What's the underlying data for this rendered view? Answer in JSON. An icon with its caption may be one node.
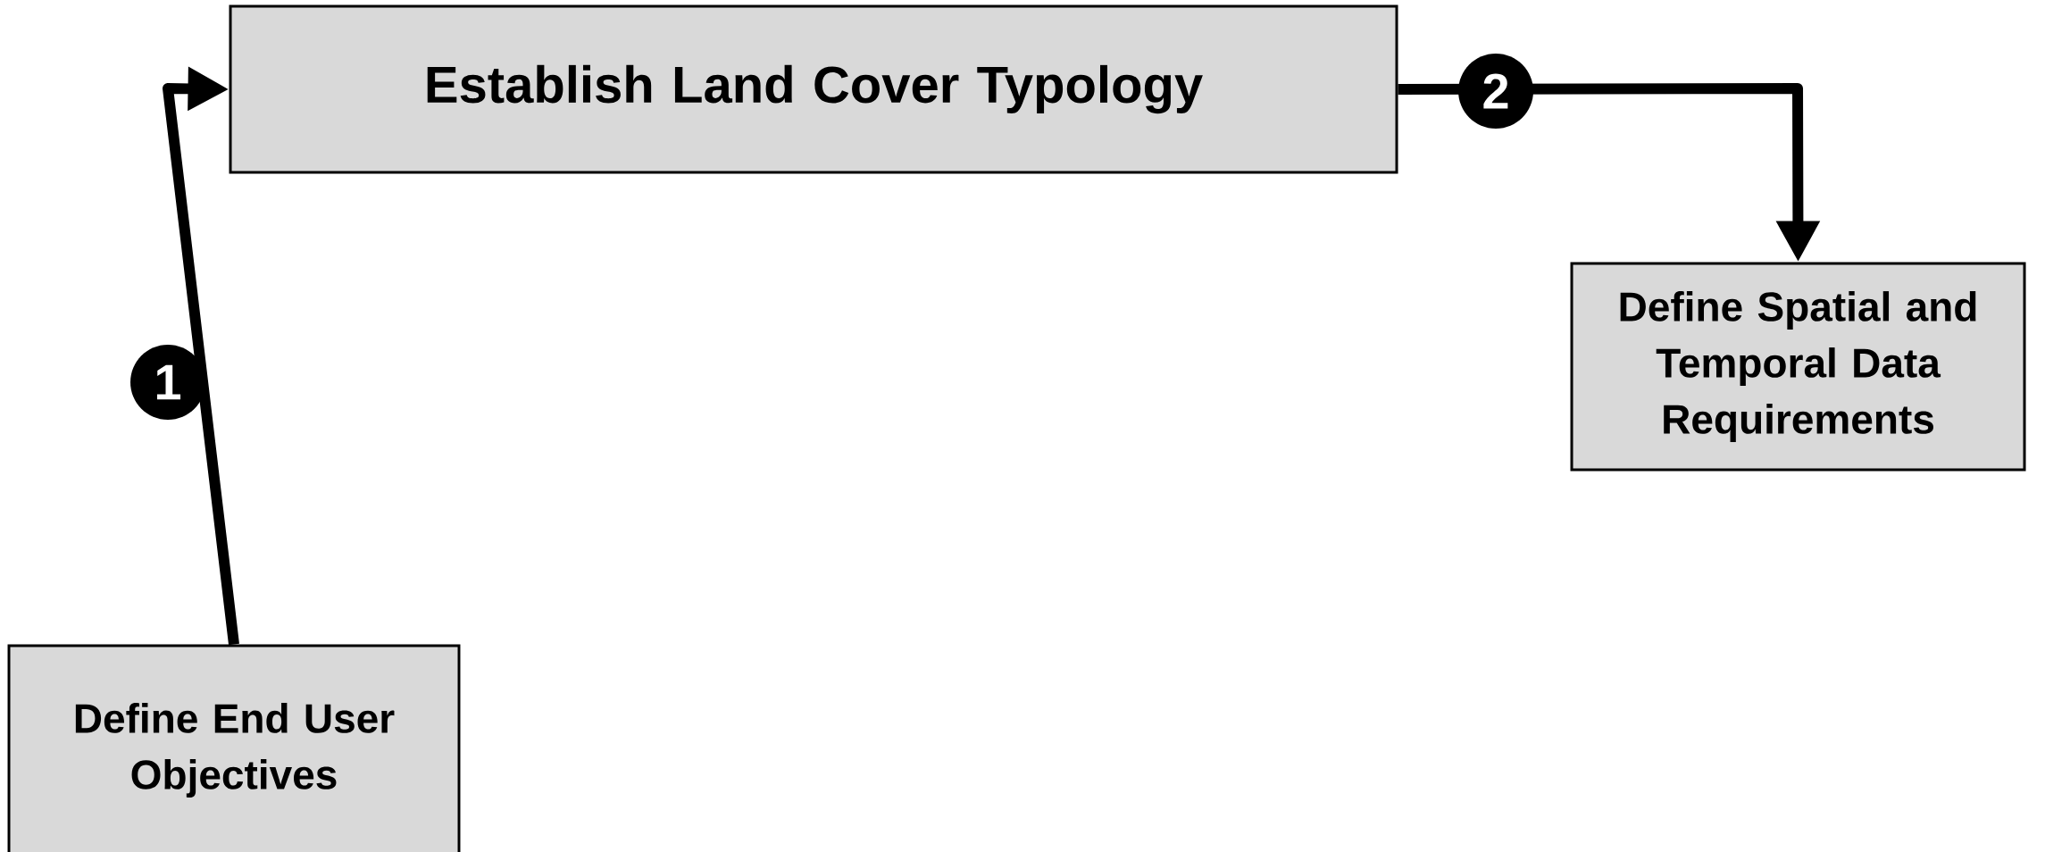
{
  "diagram": {
    "nodes": [
      {
        "text": [
          "Define End User Objectives"
        ]
      },
      {
        "text": [
          "Establish Land Cover Typology"
        ]
      },
      {
        "text": [
          "Define Spatial and Temporal Data Requirements"
        ]
      }
    ],
    "edges": [
      {
        "from": 0,
        "to": 1,
        "arrow": "to",
        "label": "1"
      },
      {
        "from": 1,
        "to": 2,
        "arrow": "to",
        "label": "2"
      }
    ]
  }
}
